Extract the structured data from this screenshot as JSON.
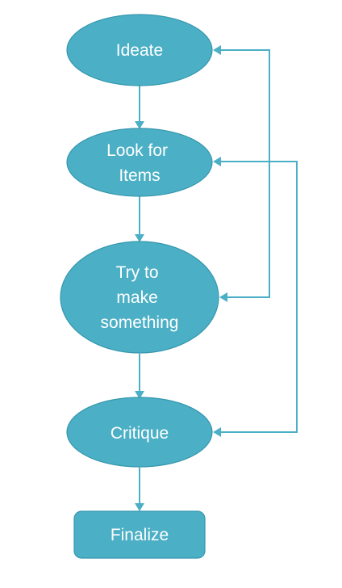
{
  "diagram": {
    "type": "flowchart",
    "colors": {
      "node_fill": "#4bafc6",
      "node_stroke": "#3597ad",
      "connector": "#4bafc6",
      "label_text": "#ffffff"
    },
    "nodes": [
      {
        "id": "ideate",
        "shape": "ellipse",
        "lines": [
          "Ideate"
        ]
      },
      {
        "id": "look",
        "shape": "ellipse",
        "lines": [
          "Look for",
          "Items"
        ]
      },
      {
        "id": "try",
        "shape": "ellipse",
        "lines": [
          "Try to",
          "make",
          "something"
        ]
      },
      {
        "id": "critique",
        "shape": "ellipse",
        "lines": [
          "Critique"
        ]
      },
      {
        "id": "finalize",
        "shape": "rounded-rectangle",
        "lines": [
          "Finalize"
        ]
      }
    ],
    "edges": [
      {
        "from": "ideate",
        "to": "look"
      },
      {
        "from": "look",
        "to": "try"
      },
      {
        "from": "try",
        "to": "critique"
      },
      {
        "from": "critique",
        "to": "finalize"
      },
      {
        "from": "try",
        "to": "ideate",
        "kind": "feedback"
      },
      {
        "from": "critique",
        "to": "look",
        "kind": "feedback"
      }
    ]
  }
}
